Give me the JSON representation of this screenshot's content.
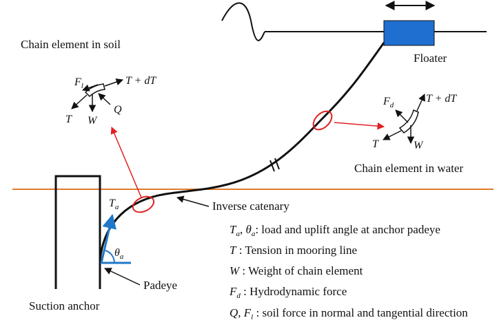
{
  "labels": {
    "chain_in_soil": "Chain element in soil",
    "floater": "Floater",
    "chain_in_water": "Chain element in water",
    "inverse_catenary": "Inverse catenary",
    "padeye": "Padeye",
    "suction_anchor": "Suction anchor"
  },
  "soil_element": {
    "fl": "F",
    "fl_sub": "l",
    "t_dt": "T + dT",
    "t": "T",
    "w": "W",
    "q": "Q"
  },
  "water_element": {
    "fd": "F",
    "fd_sub": "d",
    "t_dt": "T + dT",
    "t": "T",
    "w": "W"
  },
  "anchor": {
    "ta": "T",
    "ta_sub": "a",
    "theta": "θ",
    "theta_sub": "a"
  },
  "legend": [
    {
      "sym": "T",
      "sub": "a",
      "sep": ", ",
      "sym2": "θ",
      "sub2": "a",
      "text": ": load and uplift angle at anchor padeye"
    },
    {
      "sym": "T",
      "sub": "",
      "sep": "",
      "sym2": "",
      "sub2": "",
      "text": " : Tension in mooring line"
    },
    {
      "sym": "W",
      "sub": "",
      "sep": "",
      "sym2": "",
      "sub2": "",
      "text": " : Weight of chain element"
    },
    {
      "sym": "F",
      "sub": "d",
      "sep": "",
      "sym2": "",
      "sub2": "",
      "text": " : Hydrodynamic force"
    },
    {
      "sym": "Q",
      "sub": "",
      "sep": ", ",
      "sym2": "F",
      "sub2": "l",
      "text": " : soil force in normal and tangential direction"
    }
  ],
  "colors": {
    "line": "#111111",
    "seabed": "#e07b2a",
    "floater": "#1f6fd1",
    "highlight": "#e02020",
    "anchor_vectors": "#1f78c8"
  }
}
